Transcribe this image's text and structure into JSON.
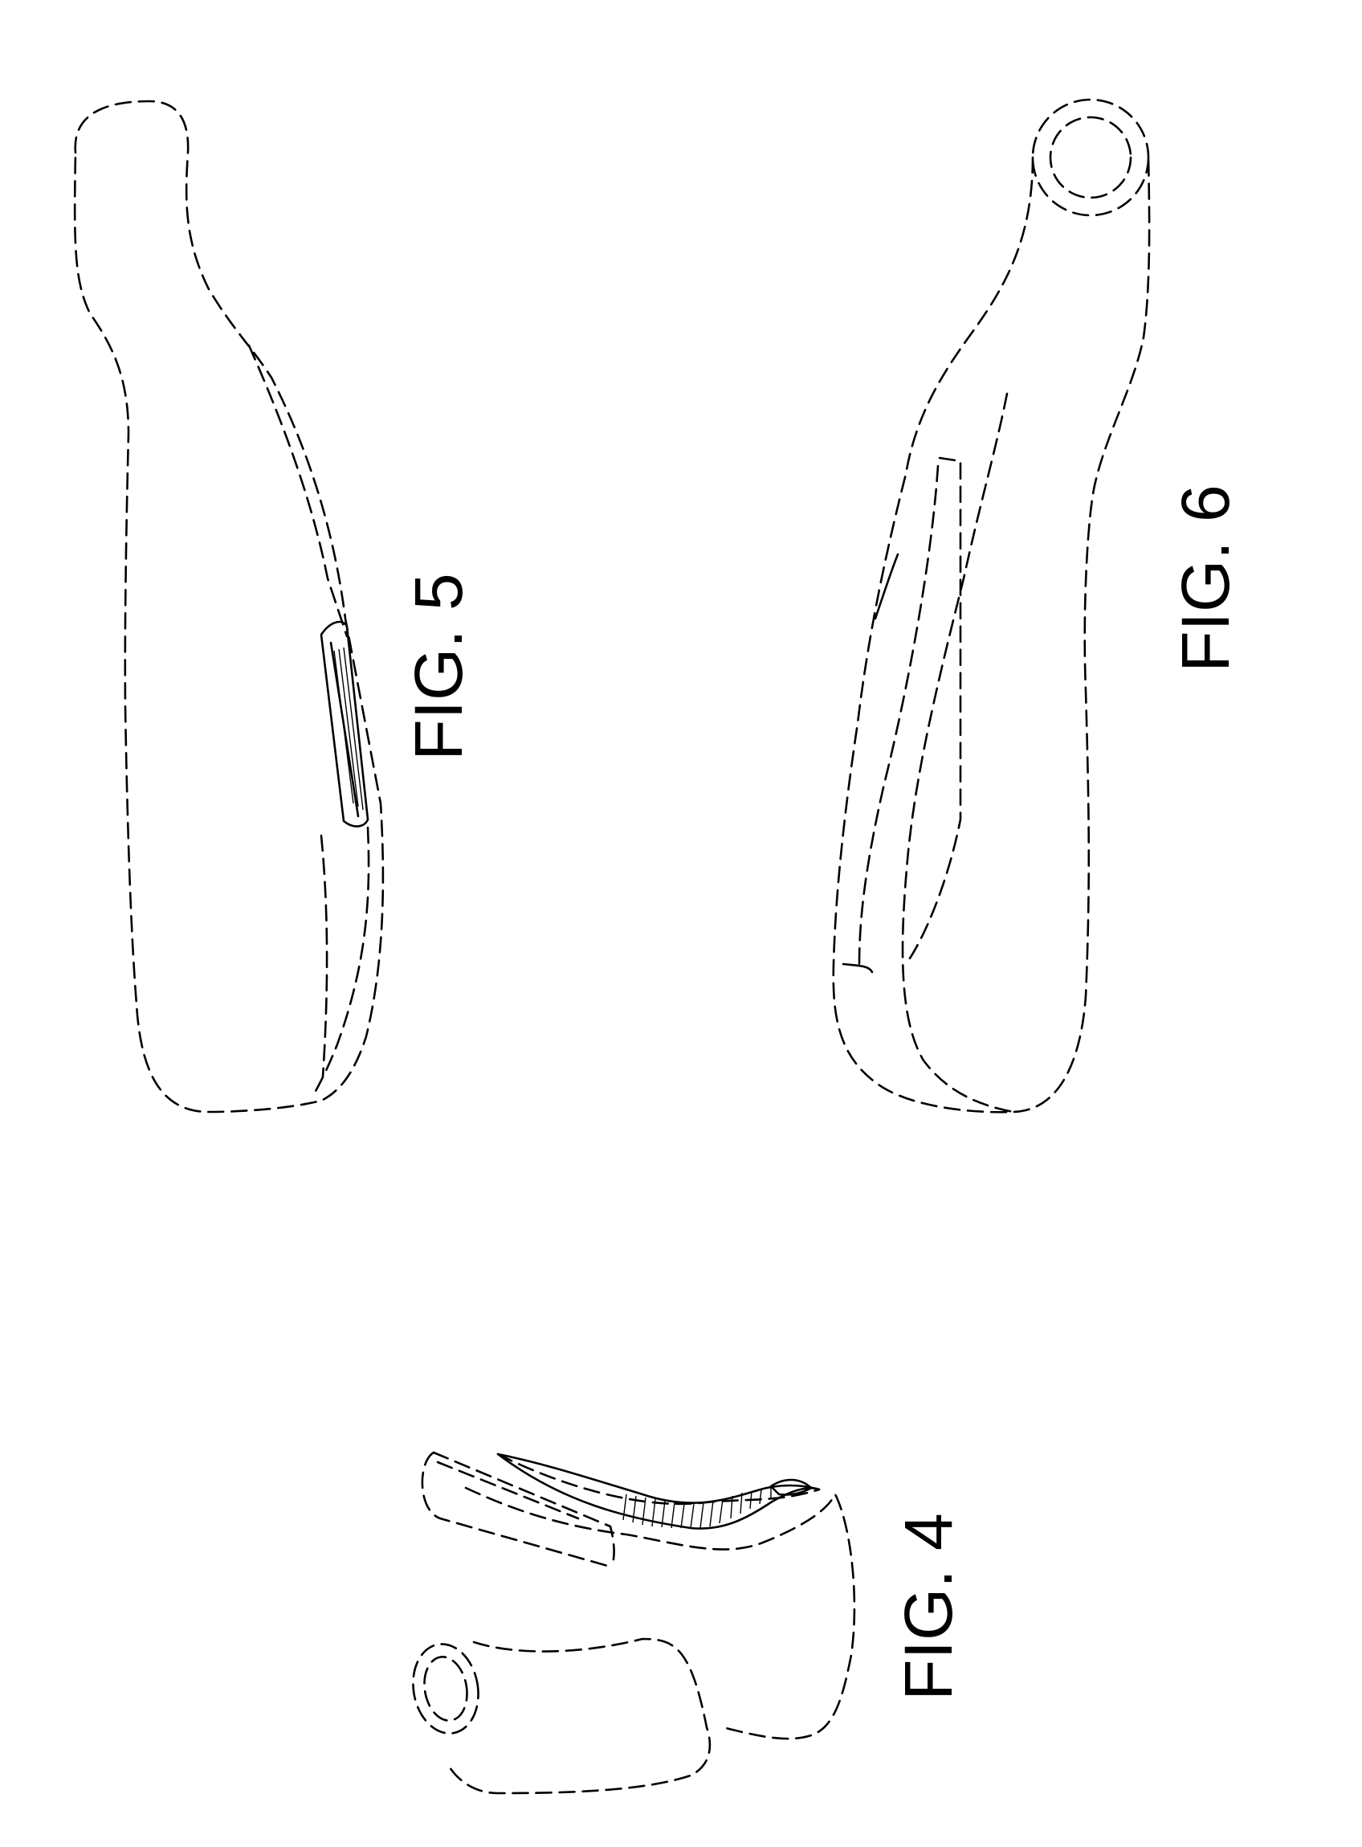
{
  "figures": {
    "fig5": {
      "label": "FIG. 5"
    },
    "fig6": {
      "label": "FIG. 6"
    },
    "fig4": {
      "label": "FIG. 4"
    }
  }
}
